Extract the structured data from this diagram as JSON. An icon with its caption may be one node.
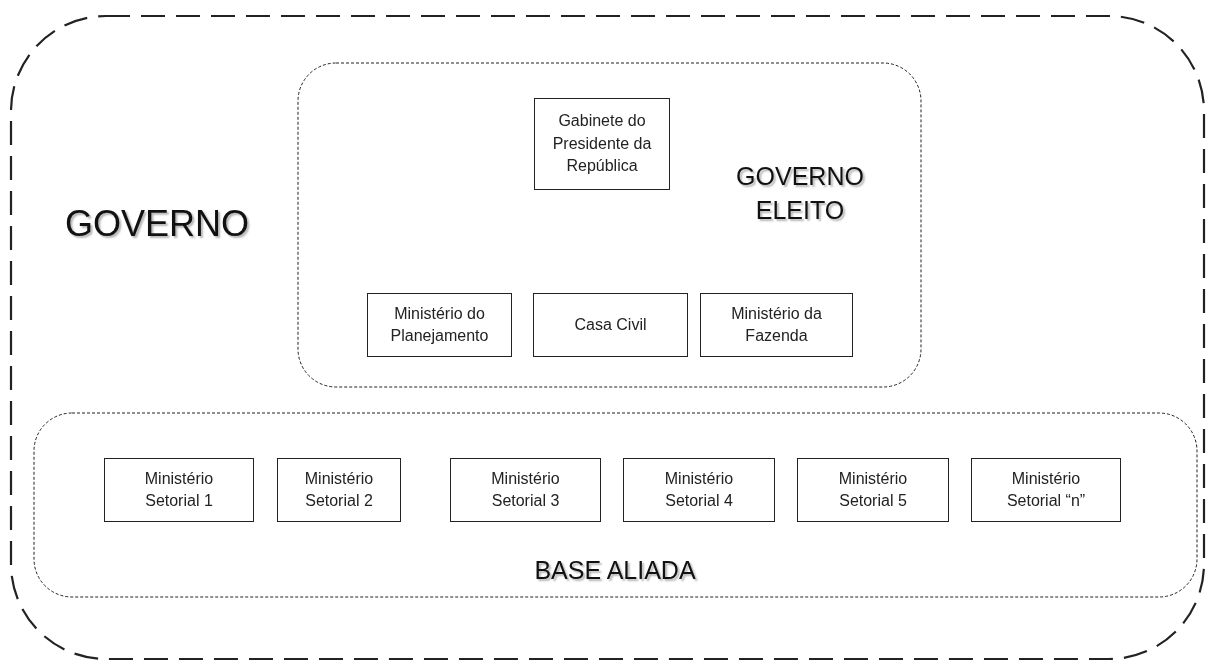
{
  "diagram": {
    "nodes": [
      {
        "text": [
          "GOVERNO"
        ]
      },
      {
        "text": [
          "GOVERNO ELEITO"
        ],
        "in": 0
      },
      {
        "text": [
          "Gabinete do Presidente da República"
        ],
        "in": 1
      },
      {
        "text": [
          "Ministério do Planejamento"
        ],
        "in": 1
      },
      {
        "text": [
          "Casa Civil"
        ],
        "in": 1
      },
      {
        "text": [
          "Ministério da Fazenda"
        ],
        "in": 1
      },
      {
        "text": [
          "BASE ALIADA"
        ],
        "in": 0
      },
      {
        "text": [
          "Ministério Setorial 1"
        ],
        "in": 6
      },
      {
        "text": [
          "Ministério Setorial 2"
        ],
        "in": 6
      },
      {
        "text": [
          "Ministério Setorial 3"
        ],
        "in": 6
      },
      {
        "text": [
          "Ministério Setorial 4"
        ],
        "in": 6
      },
      {
        "text": [
          "Ministério Setorial 5"
        ],
        "in": 6
      },
      {
        "text": [
          "Ministério Setorial “n”"
        ],
        "in": 6
      }
    ],
    "edges": []
  }
}
